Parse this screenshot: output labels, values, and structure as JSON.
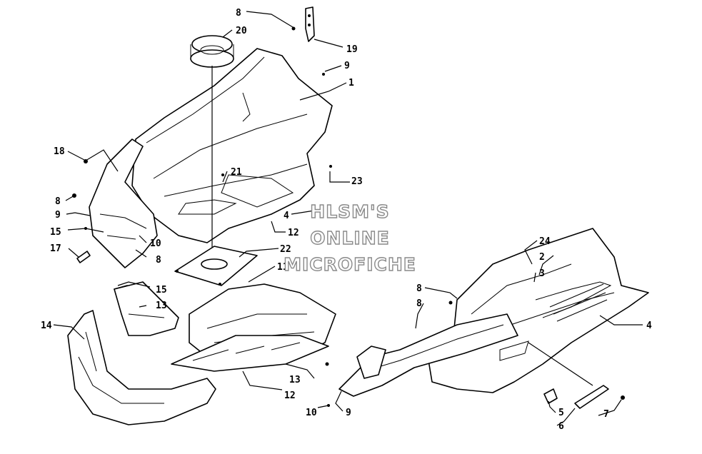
{
  "labels": {
    "l_8_top": "8",
    "l_20": "20",
    "l_19_top": "19",
    "l_9_top": "9",
    "l_1": "1",
    "l_18": "18",
    "l_21": "21",
    "l_23": "23",
    "l_8_left": "8",
    "l_9_left": "9",
    "l_4_mid": "4",
    "l_15_left": "15",
    "l_10_left": "10",
    "l_17": "17",
    "l_8_mid": "8",
    "l_12_top": "12",
    "l_22": "22",
    "l_11": "11",
    "l_15_mid": "15",
    "l_13_top": "13",
    "l_14": "14",
    "l_13_bot": "13",
    "l_12_bot": "12",
    "l_10_bot": "10",
    "l_9_bot": "9",
    "l_24": "24",
    "l_2": "2",
    "l_3": "3",
    "l_8_right1": "8",
    "l_8_right2": "8",
    "l_4_right": "4",
    "l_5": "5",
    "l_6": "6",
    "l_7": "7"
  },
  "watermark": {
    "line1": "HLSM'S",
    "line2": "ONLINE",
    "line3": "MICROFICHE"
  }
}
